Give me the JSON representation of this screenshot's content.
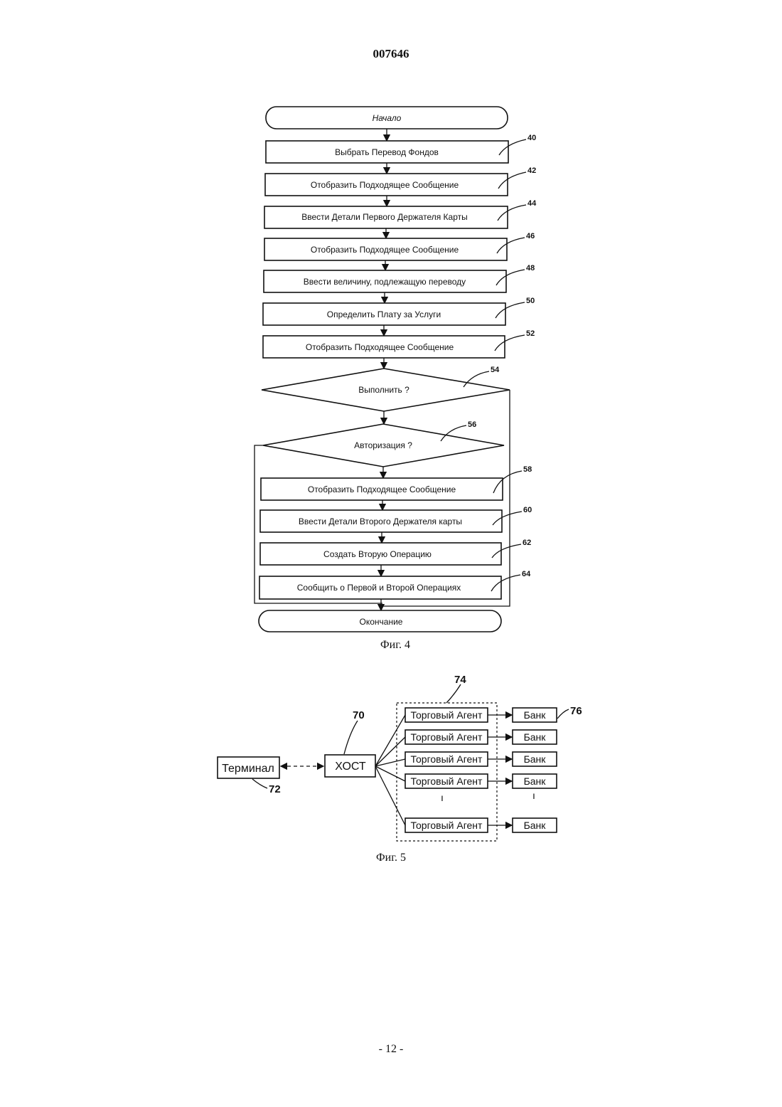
{
  "document_number": "007646",
  "page_number": "- 12 -",
  "figure4": {
    "caption": "Фиг. 4",
    "start": "Начало",
    "end": "Окончание",
    "steps": [
      {
        "label": "Выбрать Перевод Фондов",
        "ref": "40"
      },
      {
        "label": "Отобразить Подходящее Сообщение",
        "ref": "42"
      },
      {
        "label": "Ввести Детали Первого Держателя Карты",
        "ref": "44"
      },
      {
        "label": "Отобразить Подходящее Сообщение",
        "ref": "46"
      },
      {
        "label": "Ввести величину, подлежащую переводу",
        "ref": "48"
      },
      {
        "label": "Определить Плату за Услуги",
        "ref": "50"
      },
      {
        "label": "Отобразить Подходящее Сообщение",
        "ref": "52"
      }
    ],
    "decisions": [
      {
        "label": "Выполнить  ?",
        "ref": "54"
      },
      {
        "label": "Авторизация  ?",
        "ref": "56"
      }
    ],
    "steps2": [
      {
        "label": "Отобразить Подходящее Сообщение",
        "ref": "58"
      },
      {
        "label": "Ввести Детали Второго Держателя карты",
        "ref": "60"
      },
      {
        "label": "Создать Вторую Операцию",
        "ref": "62"
      },
      {
        "label": "Сообщить о Первой и Второй Операциях",
        "ref": "64"
      }
    ]
  },
  "figure5": {
    "caption": "Фиг. 5",
    "terminal": {
      "label": "Терминал",
      "ref": "72"
    },
    "host": {
      "label": "ХОСТ",
      "ref": "70"
    },
    "agents_group_ref": "74",
    "bank_ref": "76",
    "agent_label": "Торговый Агент",
    "bank_label": "Банк",
    "ellipsis_mark": "ı"
  }
}
